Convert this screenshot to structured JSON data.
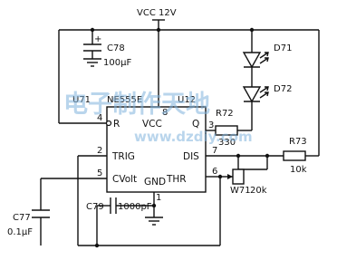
{
  "supply": "VCC 12V",
  "components": {
    "c78": {
      "ref": "C78",
      "value": "100μF",
      "polarity": "+"
    },
    "ic": {
      "ref": "U71",
      "part": "NE555E",
      "sheet_ref": "U12",
      "pins": {
        "r": "R",
        "vcc": "VCC",
        "q": "Q",
        "trig": "TRIG",
        "dis": "DIS",
        "cvolt": "CVolt",
        "gnd": "GND",
        "thr": "THR"
      },
      "pin_numbers": {
        "r": "4",
        "vcc": "8",
        "q": "3",
        "trig": "2",
        "dis": "7",
        "cvolt": "5",
        "gnd": "1",
        "thr": "6"
      }
    },
    "r72": {
      "ref": "R72",
      "value": "330"
    },
    "d71": {
      "ref": "D71"
    },
    "d72": {
      "ref": "D72"
    },
    "r73": {
      "ref": "R73",
      "value": "10k"
    },
    "w71": {
      "ref": "W71",
      "value": "20k"
    },
    "c79": {
      "ref": "C79",
      "value": "1000pF"
    },
    "c77": {
      "ref": "C77",
      "value": "0.1μF"
    }
  },
  "watermark": {
    "line1": "电子制作天地",
    "line2": "www.dzdiy.com"
  }
}
